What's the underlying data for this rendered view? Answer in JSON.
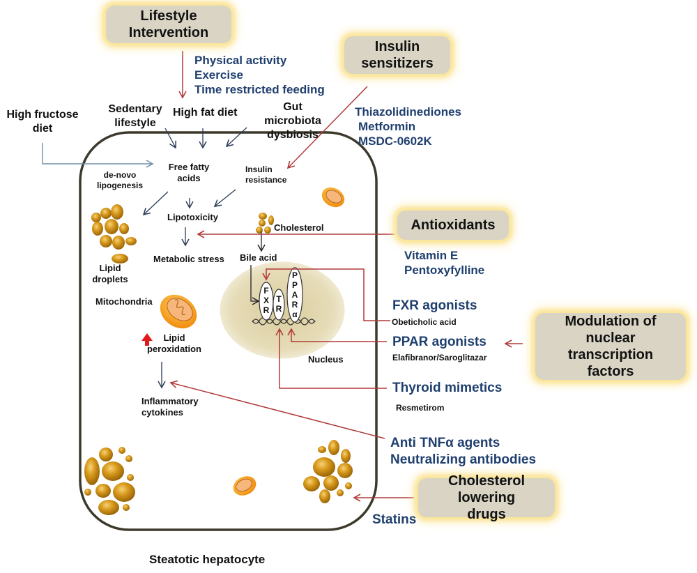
{
  "title": "Steatotic hepatocyte",
  "colors": {
    "therapy_text": "#1f3f6e",
    "therapy_arrow": "#b03a3a",
    "pathway_arrow": "#2b3a55",
    "fructose_arrow": "#6f8fa8",
    "cell_border": "#3d3a2c",
    "box_fill": "#d9d4c4",
    "box_glow": "#fbe59a",
    "nucleus_fill": "#e3d9b3",
    "lipid": "#c98f14",
    "up_arrow": "#e01b1b"
  },
  "intervention_boxes": {
    "lifestyle": "Lifestyle Intervention",
    "insulin": "Insulin sensitizers",
    "antioxidants": "Antioxidants",
    "nuclear": "Modulation of nuclear transcription factors",
    "cholesterol": "Cholesterol lowering drugs"
  },
  "lifestyle_items": [
    "Physical activity",
    "Exercise",
    "Time restricted feeding"
  ],
  "insulin_items": [
    "Thiazolidinediones",
    "Metformin",
    "MSDC-0602K"
  ],
  "antioxidant_items": [
    "Vitamin E",
    "Pentoxyfylline"
  ],
  "risk_factors": {
    "fructose": "High fructose diet",
    "sedentary": "Sedentary lifestyle",
    "high_fat": "High fat diet",
    "gut": "Gut microbiota dysbiosis"
  },
  "cell_labels": {
    "denovo": "de-novo lipogenesis",
    "ffa": "Free fatty acids",
    "insulin_resistance": "Insulin resistance",
    "lipotoxicity": "Lipotoxicity",
    "cholesterol": "Cholesterol",
    "metabolic_stress": "Metabolic stress",
    "bile_acid": "Bile acid",
    "lipid_droplets": "Lipid droplets",
    "mitochondria": "Mitochondria",
    "lipid_peroxidation": "Lipid peroxidation",
    "inflammatory": "Inflammatory cytokines",
    "nucleus": "Nucleus"
  },
  "receptors": [
    {
      "letters": [
        "F",
        "X",
        "R"
      ]
    },
    {
      "letters": [
        "T",
        "R"
      ]
    },
    {
      "letters": [
        "P",
        "P",
        "A",
        "R",
        "α"
      ]
    }
  ],
  "therapies": {
    "fxr": {
      "class": "FXR agonists",
      "drug": "Obeticholic acid"
    },
    "ppar": {
      "class": "PPAR agonists",
      "drug": "Elafibranor/Saroglitazar"
    },
    "thyroid": {
      "class": "Thyroid mimetics",
      "drug": "Resmetirom"
    },
    "tnf": {
      "class_lines": [
        "Anti TNFα agents",
        "Neutralizing antibodies"
      ]
    },
    "statins": "Statins"
  }
}
